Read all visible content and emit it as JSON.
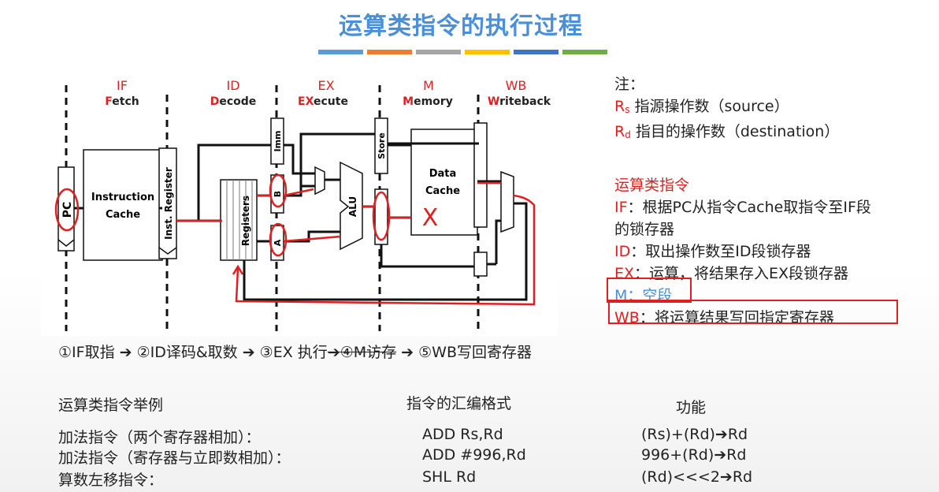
{
  "title": "运算类指令的执行过程",
  "colorbar": [
    "#5b9bd5",
    "#ed7d31",
    "#a5a5a5",
    "#ffc000",
    "#4472c4",
    "#70ad47"
  ],
  "diagram": {
    "stages": [
      {
        "abbr": "IF",
        "first": "F",
        "rest": "etch"
      },
      {
        "abbr": "ID",
        "first": "D",
        "rest": "ecode"
      },
      {
        "abbr": "EX",
        "first": "EX",
        "rest": "ecute"
      },
      {
        "abbr": "M",
        "first": "M",
        "rest": "emory"
      },
      {
        "abbr": "WB",
        "first": "W",
        "rest": "riteback"
      }
    ],
    "pc": "PC",
    "icache_1": "Instruction",
    "icache_2": "Cache",
    "inst_reg": "Inst. Register",
    "registers": "Registers",
    "imm": "Imm",
    "b": "B",
    "a": "A",
    "alu": "ALU",
    "store": "Store",
    "dcache_1": "Data",
    "dcache_2": "Cache",
    "cross": "X"
  },
  "notes": {
    "heading": "注：",
    "rs_main": "R",
    "rs_sub": "s",
    "rs_text": "指源操作数（source）",
    "rd_main": "R",
    "rd_sub": "d",
    "rd_text": "指目的操作数（destination）",
    "section": "运算类指令",
    "if_label": "IF",
    "if_text_1": "：根据PC从指令Cache取指令至IF段",
    "if_text_2": "的锁存器",
    "id_label": "ID",
    "id_text": "：取出操作数至ID段锁存器",
    "ex_label": "EX",
    "ex_text": "：运算，将结果存入EX段锁存器",
    "m_label": "M",
    "m_text": "：空段",
    "wb_label": "WB",
    "wb_text": "：将运算结果写回指定寄存器"
  },
  "pipeline": {
    "s1": "①IF取指 ",
    "s2": " ②ID译码&取数 ",
    "s3": " ③EX 执行",
    "s4": "④M访存",
    "s5": " ⑤WB写回寄存器",
    "arrow": "➔"
  },
  "table": {
    "headers": {
      "example": "运算类指令举例",
      "format": "指令的汇编格式",
      "function": "功能"
    },
    "rows": [
      {
        "example": "加法指令（两个寄存器相加）：",
        "format": "ADD  Rs,Rd",
        "function": "(Rs)+(Rd)➔Rd"
      },
      {
        "example": "加法指令（寄存器与立即数相加）：",
        "format": "ADD  #996,Rd",
        "function": "996+(Rd)➔Rd"
      },
      {
        "example": "算数左移指令：",
        "format": "SHL   Rd",
        "function": "(Rd)<<<2➔Rd"
      }
    ]
  }
}
